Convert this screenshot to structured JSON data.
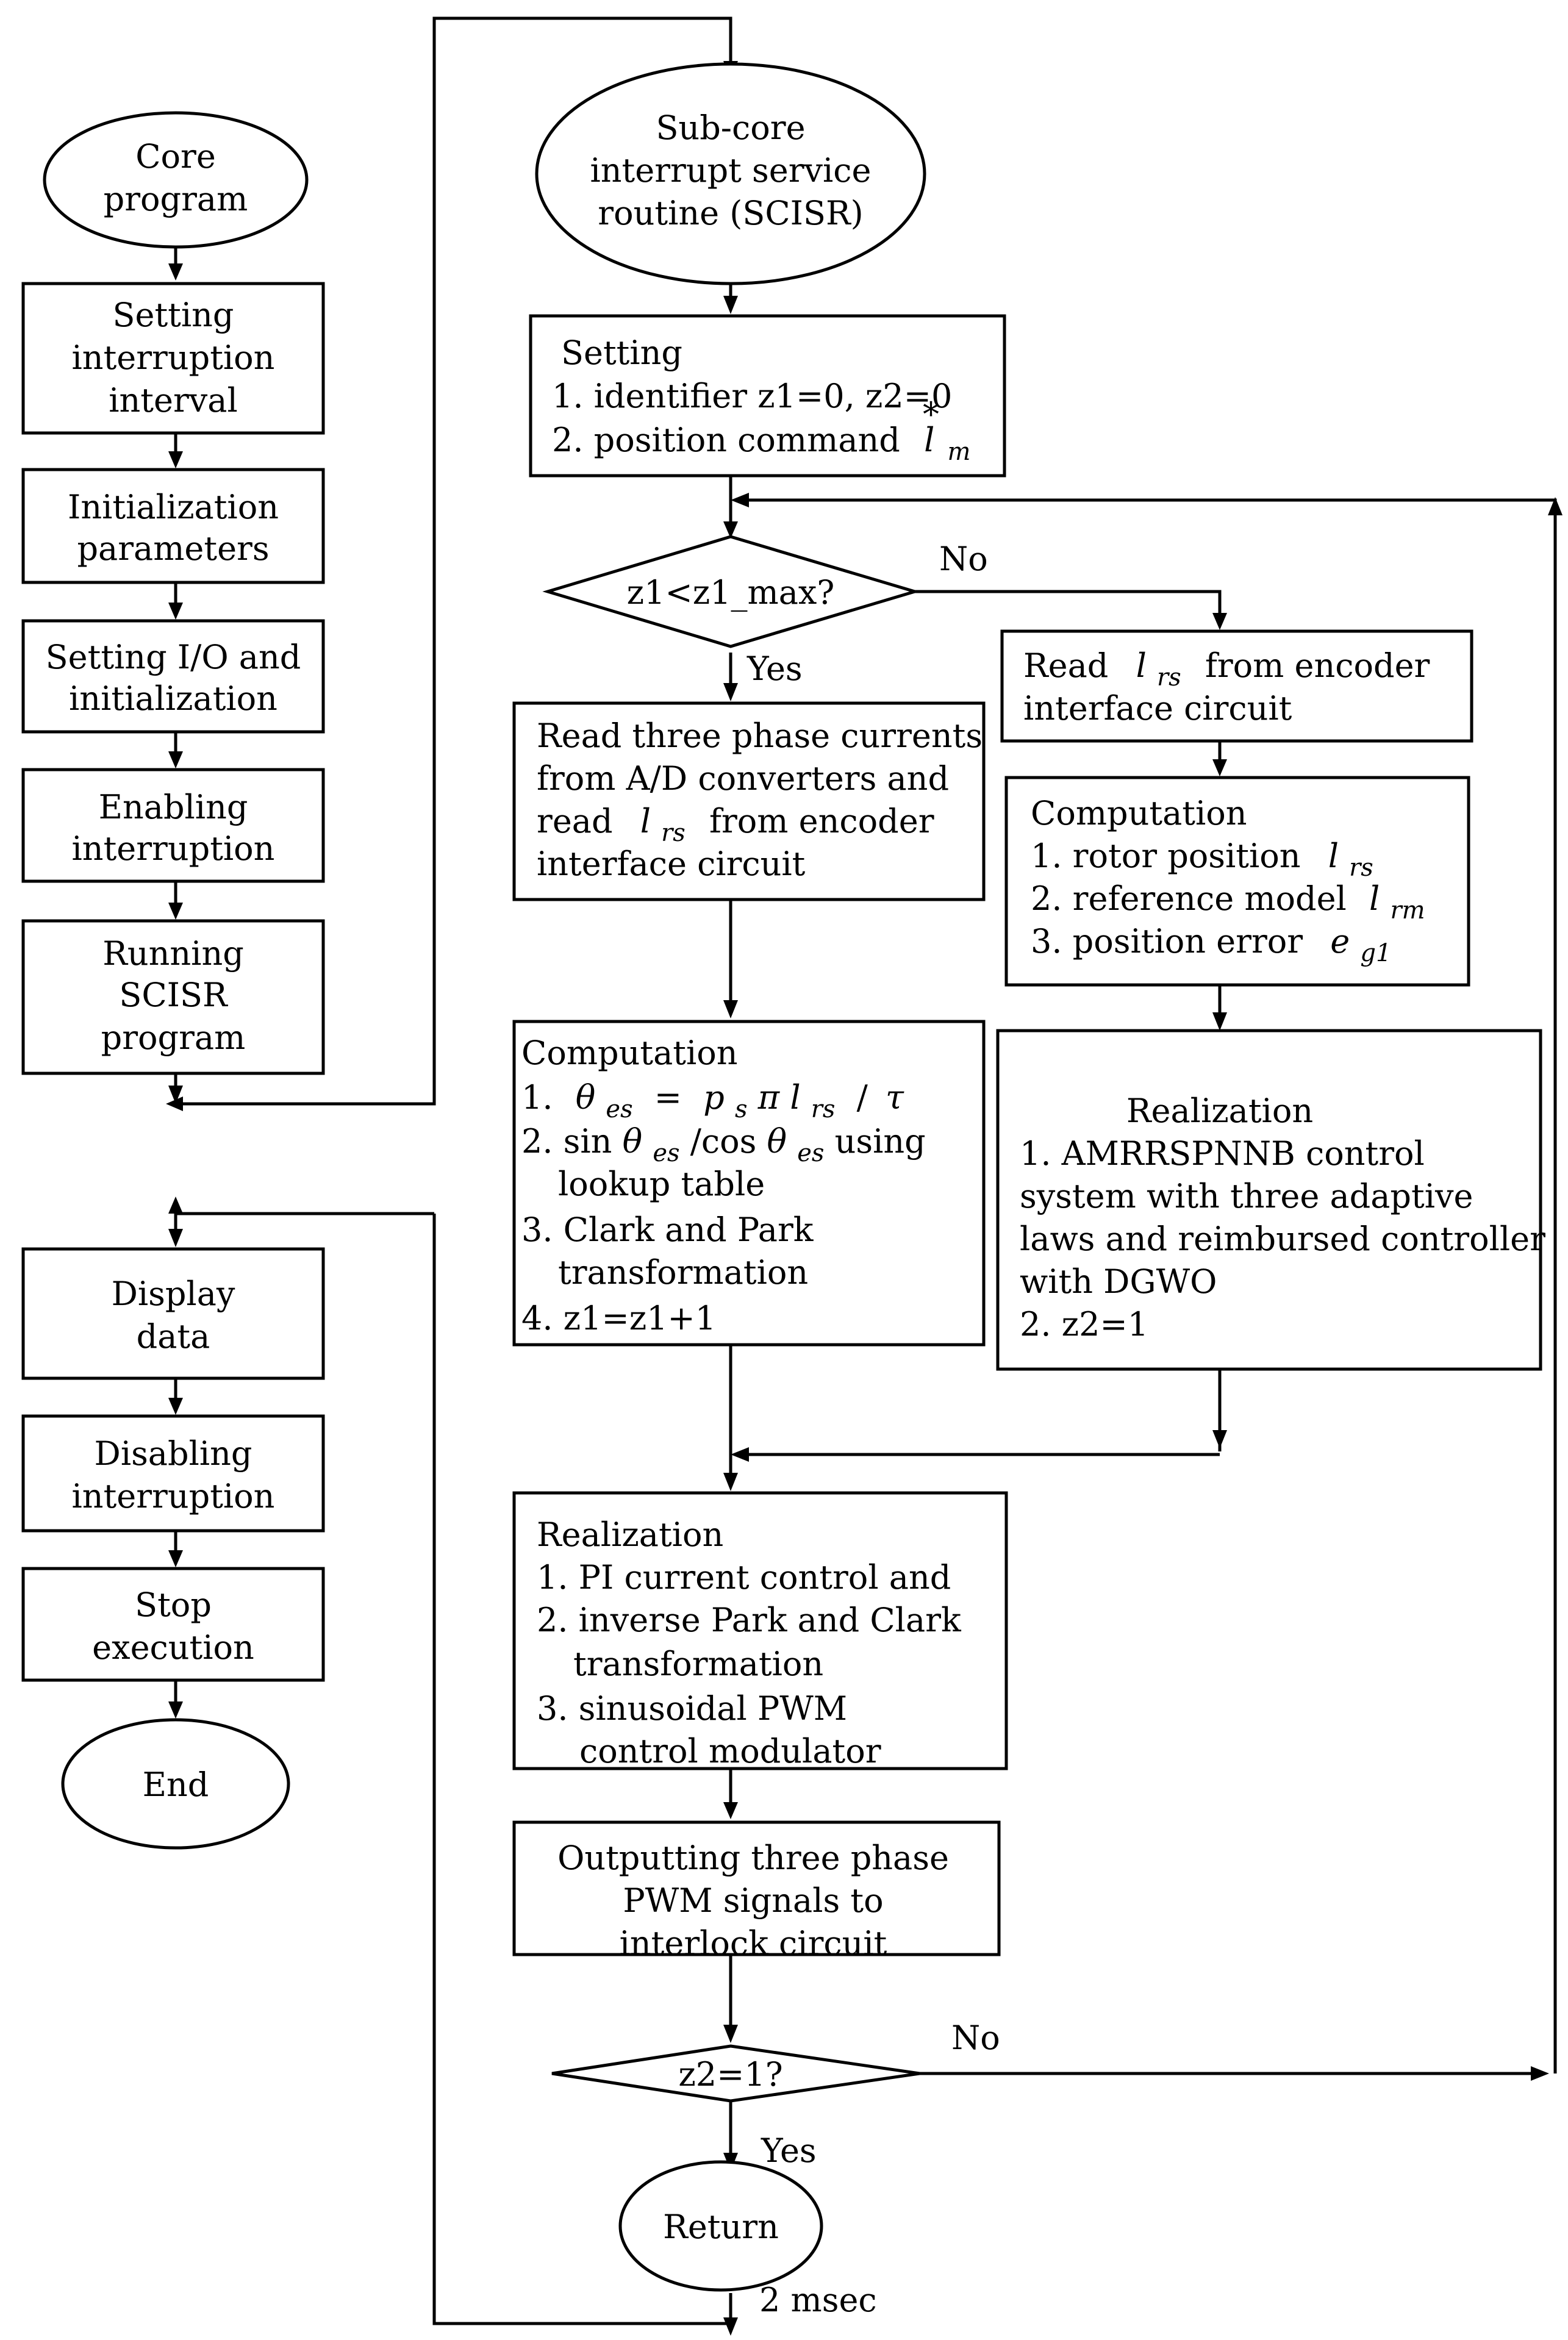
{
  "core": {
    "start": [
      "Core",
      "program"
    ],
    "steps": [
      [
        "Setting",
        "interruption",
        "interval"
      ],
      [
        "Initialization",
        "parameters"
      ],
      [
        "Setting  I/O and",
        "initialization"
      ],
      [
        "Enabling",
        "interruption"
      ],
      [
        "Running",
        "SCISR",
        "program"
      ]
    ],
    "end_steps": [
      [
        "Display",
        "data"
      ],
      [
        "Disabling",
        "interruption"
      ],
      [
        "Stop",
        "execution"
      ]
    ],
    "end": "End"
  },
  "isr": {
    "start": [
      "Sub-core",
      "interrupt service",
      "routine (SCISR)"
    ],
    "setting": {
      "title": "Setting",
      "line1": "1. identifier z1=0, z2=0",
      "line2": "2. position command",
      "symbol": "l",
      "sub": "m",
      "sup": "*"
    },
    "decision1": {
      "text": "z1<z1_max?",
      "yes": "Yes",
      "no": "No"
    },
    "read_currents": {
      "line1": "Read three phase currents",
      "line2": "from A/D converters and",
      "line3_pre": "read",
      "line3_post": "from encoder",
      "line4": "interface circuit"
    },
    "computation_left": {
      "title": "Computation",
      "line1_num": "1.",
      "line2_pre": "2. sin",
      "line2_mid": " /cos",
      "line2_post": "using",
      "line2b": "lookup table",
      "line3": "3. Clark and Park",
      "line3b": "transformation",
      "line4": "4.  z1=z1+1"
    },
    "read_encoder": {
      "line1_pre": "Read",
      "line1_post": "from encoder",
      "line2": "interface circuit"
    },
    "computation_right": {
      "title": "Computation",
      "item1": "1. rotor position",
      "item2": "2. reference model",
      "item3": "3. position error"
    },
    "realization_right": {
      "title": "Realization",
      "line1": "1.    AMRRSPNNB control",
      "line2": "system with three adaptive",
      "line3": "laws and reimbursed controller",
      "line4": "with DGWO",
      "line5": "2. z2=1"
    },
    "realization_main": {
      "title": "Realization",
      "line1": "1. PI current control and",
      "line2": "2. inverse Park and Clark",
      "line2b": "transformation",
      "line3": "3. sinusoidal PWM",
      "line3b": "control modulator"
    },
    "output": [
      "Outputting three phase",
      "PWM signals to",
      "interlock circuit"
    ],
    "decision2": {
      "text": "z2=1?",
      "yes": "Yes",
      "no": "No"
    },
    "return": "Return",
    "period": "2 msec"
  },
  "symbols": {
    "l": "l",
    "rs": "rs",
    "rm": "rm",
    "e": "e",
    "g1": "g1",
    "theta": "θ",
    "es": "es",
    "p": "p",
    "s": "s",
    "pi": "π",
    "tau": "τ",
    "eq": "=",
    "slash": "/"
  }
}
